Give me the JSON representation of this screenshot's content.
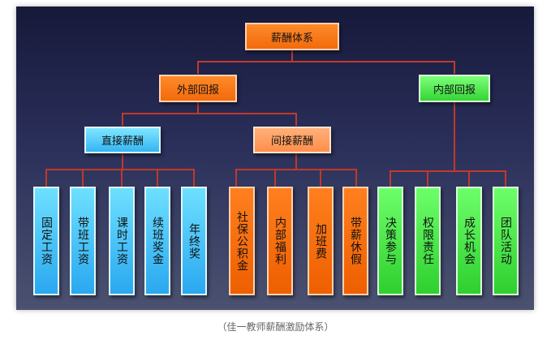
{
  "diagram": {
    "root": "薪酬体系",
    "external": "外部回报",
    "internal": "内部回报",
    "direct": "直接薪酬",
    "indirect": "间接薪酬",
    "leaves": {
      "fixed_salary": "固定工资",
      "class_salary": "带班工资",
      "hour_salary": "课时工资",
      "continuing_bonus": "续班奖金",
      "year_end_bonus": "年终奖",
      "social_insurance": "社保公积金",
      "internal_welfare": "内部福利",
      "overtime_pay": "加班费",
      "paid_leave": "带薪休假",
      "decision_participation": "决策参与",
      "authority_responsibility": "权限责任",
      "growth_opportunity": "成长机会",
      "team_activity": "团队活动"
    }
  },
  "caption": "（佳一教师薪酬激励体系）",
  "colors": {
    "orange": "#f26a0c",
    "green": "#34d535",
    "blue": "#33b6f3",
    "connector": "#c0392b",
    "background_top": "#17193a"
  }
}
